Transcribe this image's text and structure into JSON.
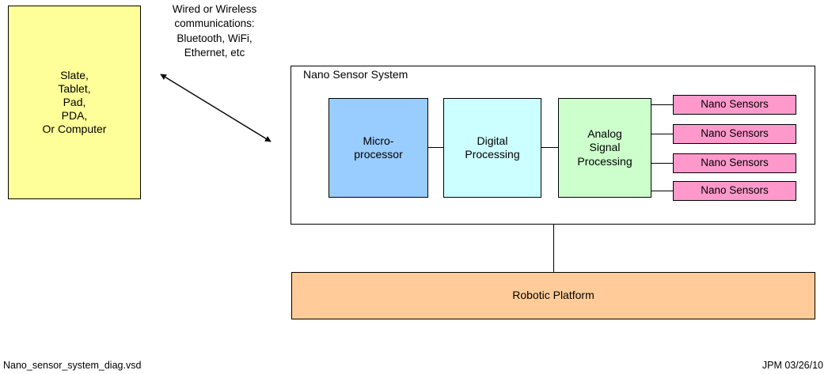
{
  "diagram": {
    "client_device": {
      "label": "Slate,\nTablet,\nPad,\nPDA,\nOr Computer",
      "color": "#ffff99"
    },
    "comms_annotation": {
      "label": "Wired or Wireless\ncommunications:\nBluetooth, WiFi,\nEthernet, etc"
    },
    "system": {
      "title": "Nano Sensor System",
      "stages": [
        {
          "label": "Micro-\nprocessor",
          "color": "#99ccff"
        },
        {
          "label": "Digital\nProcessing",
          "color": "#ccffff"
        },
        {
          "label": "Analog\nSignal\nProcessing",
          "color": "#ccffcc"
        }
      ],
      "sensors": [
        {
          "label": "Nano Sensors",
          "color": "#ff99cc"
        },
        {
          "label": "Nano Sensors",
          "color": "#ff99cc"
        },
        {
          "label": "Nano Sensors",
          "color": "#ff99cc"
        },
        {
          "label": "Nano Sensors",
          "color": "#ff99cc"
        }
      ]
    },
    "platform": {
      "label": "Robotic Platform",
      "color": "#ffcc99"
    }
  },
  "footer": {
    "file_name": "Nano_sensor_system_diag.vsd",
    "author_date": "JPM 03/26/10"
  }
}
